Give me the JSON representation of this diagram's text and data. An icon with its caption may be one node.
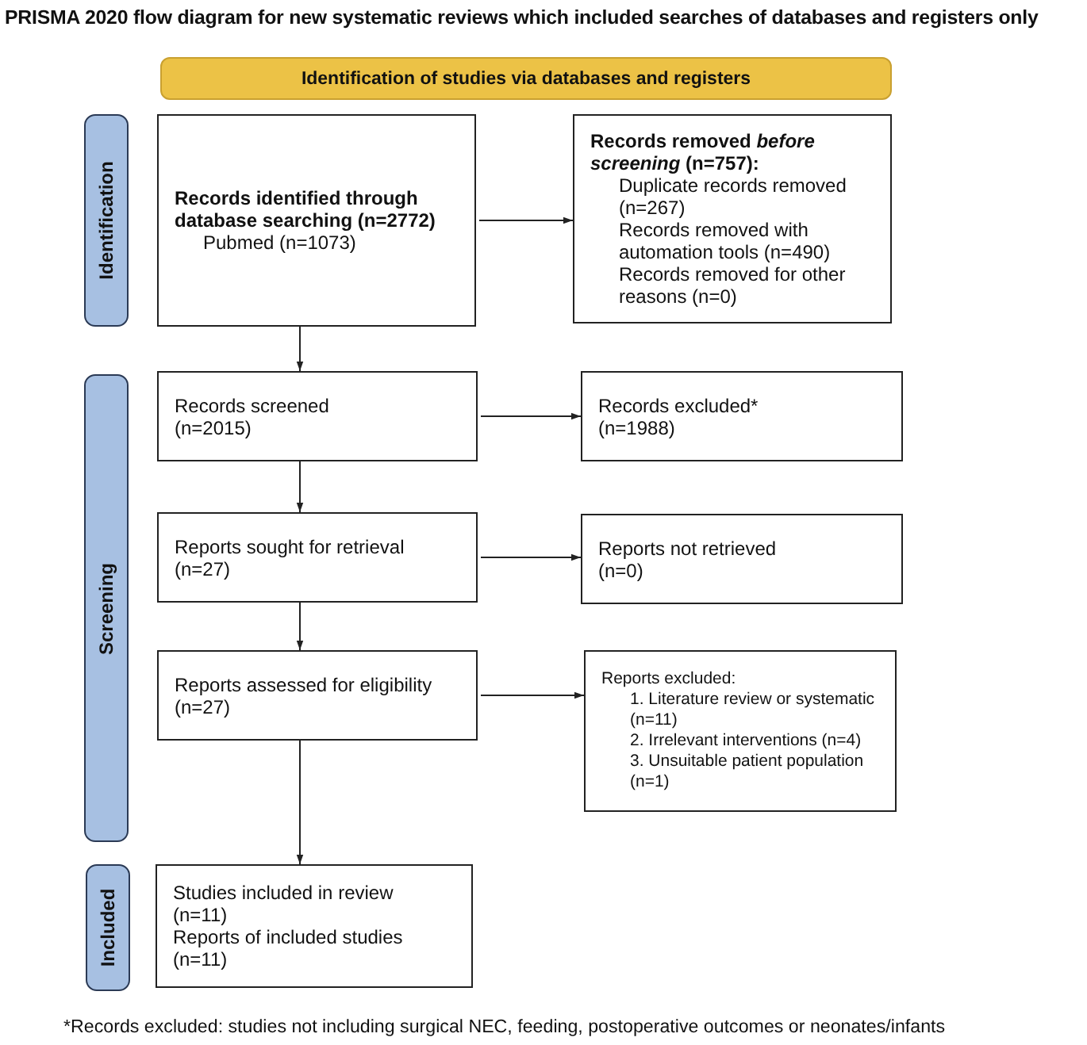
{
  "diagram": {
    "title": "PRISMA 2020 flow diagram for new systematic reviews which included searches of databases and registers only",
    "caption": "*Records excluded: studies not including surgical NEC, feeding, postoperative outcomes or neonates/infants",
    "nodes": [
      {
        "text": [
          "Identification of studies via databases and registers"
        ]
      },
      {
        "text": [
          "Identification"
        ]
      },
      {
        "text": [
          "Screening"
        ]
      },
      {
        "text": [
          "Included"
        ]
      },
      {
        "text": [
          "Records identified through database searching (n=2772)",
          "Pubmed (n=1073)"
        ]
      },
      {
        "text": [
          "Records removed *before screening* (n=757):",
          "Duplicate records removed (n=267)",
          "Records removed with automation tools (n=490)",
          "Records removed for other reasons (n=0)"
        ]
      },
      {
        "text": [
          "Records screened (n=2015)"
        ]
      },
      {
        "text": [
          "Records excluded* (n=1988)"
        ]
      },
      {
        "text": [
          "Reports sought for retrieval (n=27)"
        ]
      },
      {
        "text": [
          "Reports not retrieved (n=0)"
        ]
      },
      {
        "text": [
          "Reports assessed for eligibility (n=27)"
        ]
      },
      {
        "text": [
          "Reports excluded:",
          "1. Literature review or systematic (n=11)",
          "2. Irrelevant interventions (n=4)",
          "3. Unsuitable patient population (n=1)"
        ]
      },
      {
        "text": [
          "Studies included in review (n=11)",
          "Reports of included studies (n=11)"
        ]
      }
    ],
    "edges": [
      {
        "from": 4,
        "to": 5,
        "arrow": "to"
      },
      {
        "from": 4,
        "to": 6,
        "arrow": "to"
      },
      {
        "from": 6,
        "to": 7,
        "arrow": "to"
      },
      {
        "from": 6,
        "to": 8,
        "arrow": "to"
      },
      {
        "from": 8,
        "to": 9,
        "arrow": "to"
      },
      {
        "from": 8,
        "to": 10,
        "arrow": "to"
      },
      {
        "from": 10,
        "to": 11,
        "arrow": "to"
      },
      {
        "from": 10,
        "to": 12,
        "arrow": "to"
      }
    ]
  }
}
